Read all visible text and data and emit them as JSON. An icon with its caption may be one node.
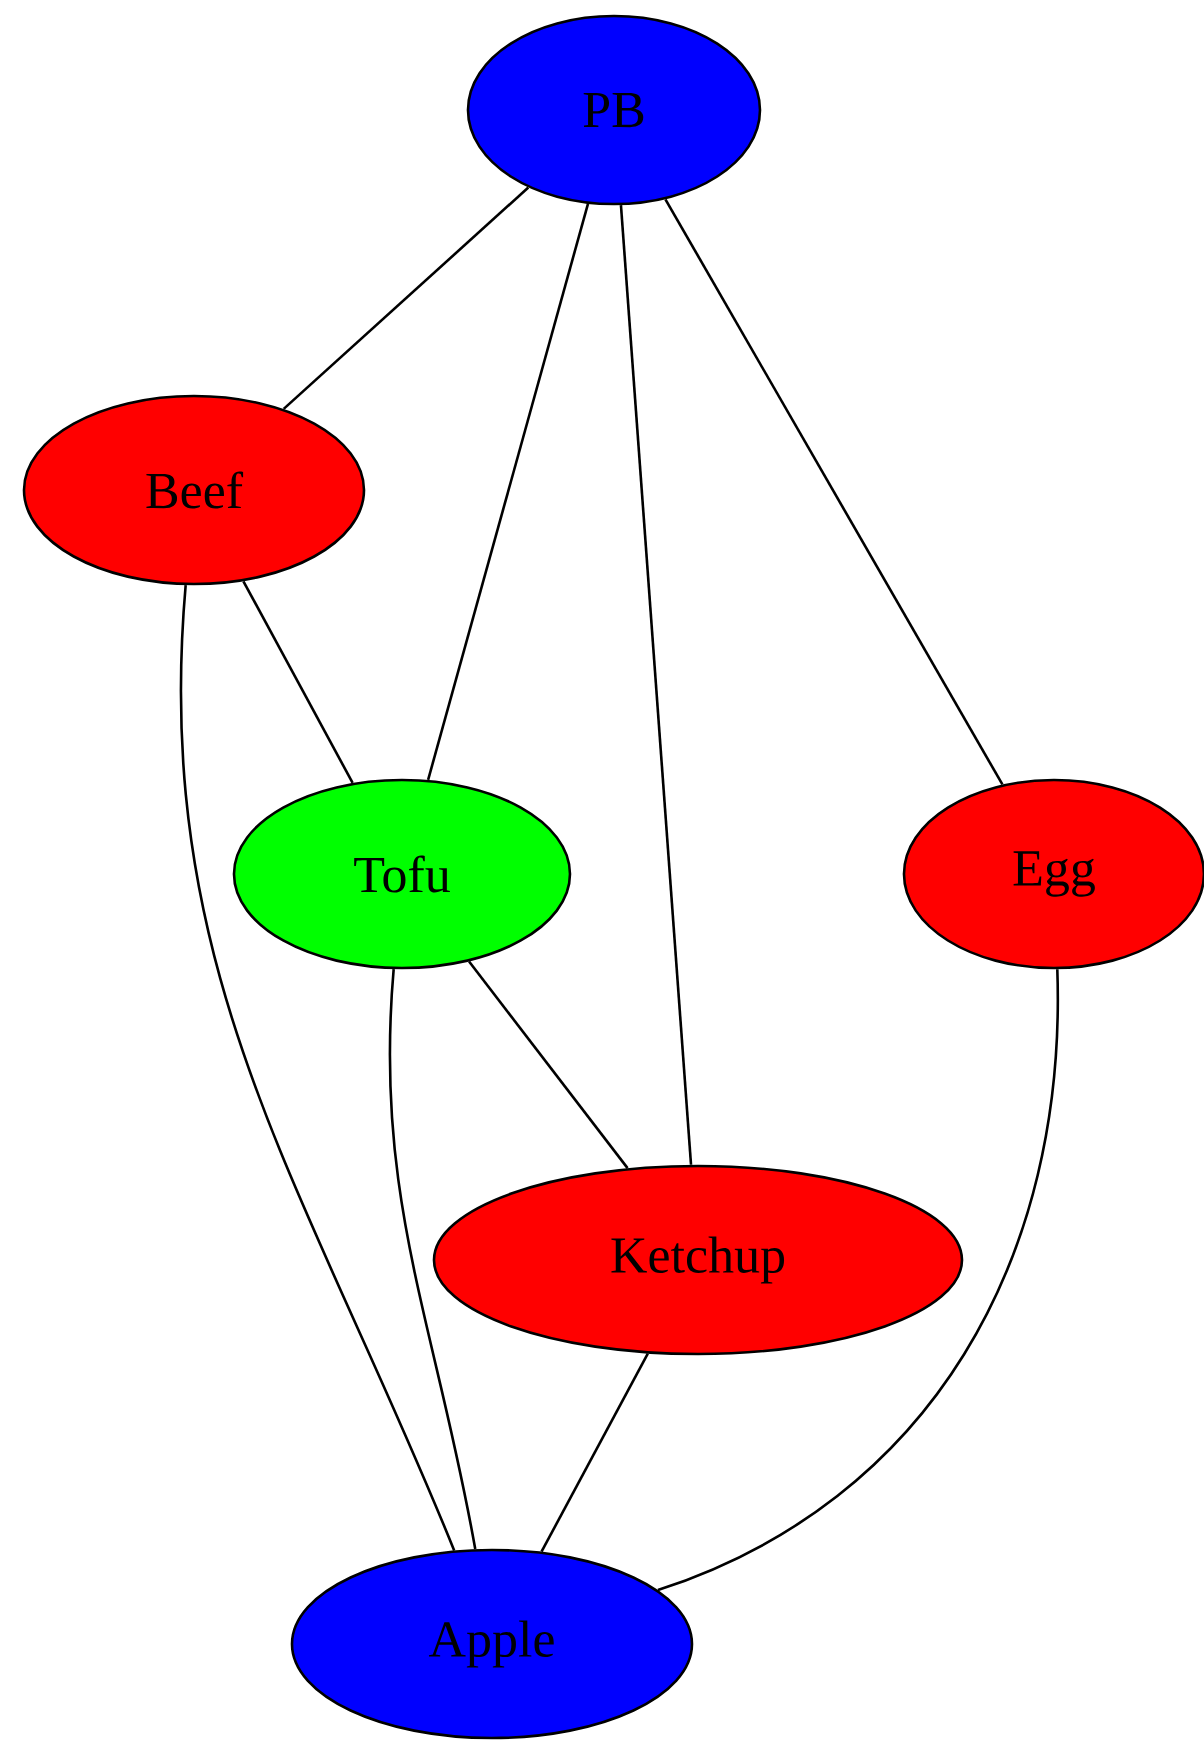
{
  "diagram": {
    "nodes": [
      {
        "text": [
          "PB"
        ]
      },
      {
        "text": [
          "Beef"
        ]
      },
      {
        "text": [
          "Tofu"
        ]
      },
      {
        "text": [
          "Egg"
        ]
      },
      {
        "text": [
          "Ketchup"
        ]
      },
      {
        "text": [
          "Apple"
        ]
      }
    ],
    "edges": [
      {
        "from": 0,
        "to": 1,
        "arrow": "none"
      },
      {
        "from": 0,
        "to": 2,
        "arrow": "none"
      },
      {
        "from": 0,
        "to": 4,
        "arrow": "none"
      },
      {
        "from": 0,
        "to": 3,
        "arrow": "none"
      },
      {
        "from": 1,
        "to": 2,
        "arrow": "none"
      },
      {
        "from": 1,
        "to": 5,
        "arrow": "none"
      },
      {
        "from": 2,
        "to": 4,
        "arrow": "none"
      },
      {
        "from": 2,
        "to": 5,
        "arrow": "none"
      },
      {
        "from": 4,
        "to": 5,
        "arrow": "none"
      },
      {
        "from": 3,
        "to": 5,
        "arrow": "none"
      }
    ]
  }
}
